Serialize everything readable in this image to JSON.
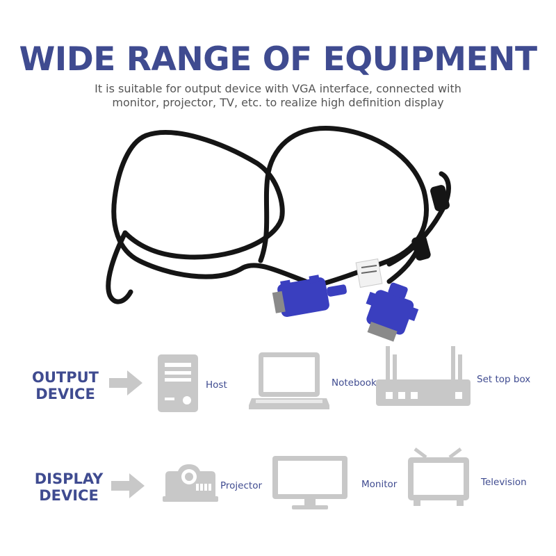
{
  "header": {
    "title": "WIDE RANGE OF EQUIPMENT",
    "subtitle_line1": "It is suitable for output device with VGA interface, connected with",
    "subtitle_line2": "monitor, projector, TV, etc. to realize high definition display"
  },
  "output_group": {
    "label_line1": "OUTPUT",
    "label_line2": "DEVICE",
    "devices": [
      {
        "label": "Host",
        "icon": "desktop-tower-icon"
      },
      {
        "label": "Notebook",
        "icon": "laptop-icon"
      },
      {
        "label": "Set top box",
        "icon": "router-box-icon"
      }
    ]
  },
  "display_group": {
    "label_line1": "DISPLAY",
    "label_line2": "DEVICE",
    "devices": [
      {
        "label": "Projector",
        "icon": "projector-icon"
      },
      {
        "label": "Monitor",
        "icon": "monitor-icon"
      },
      {
        "label": "Television",
        "icon": "television-icon"
      }
    ]
  },
  "colors": {
    "accent": "#3f4b90",
    "icon_gray": "#c8c8c8",
    "connector_blue": "#3a3fbf",
    "cable_black": "#151515"
  }
}
